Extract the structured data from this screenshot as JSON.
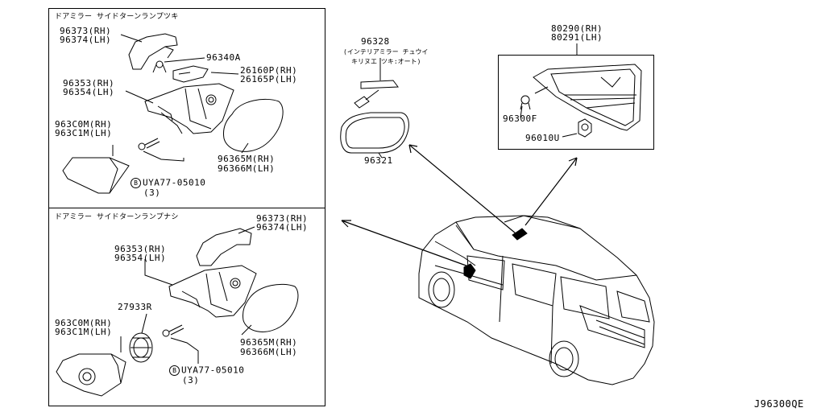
{
  "panel_top": {
    "title": "ドアミラー サイドターンランプツキ",
    "cover": [
      "96373(RH)",
      "96374(LH)"
    ],
    "clip": "96340A",
    "lamp": [
      "26160P(RH)",
      "26165P(LH)"
    ],
    "mirror_body": [
      "96353(RH)",
      "96354(LH)"
    ],
    "finisher": [
      "963C0M(RH)",
      "963C1M(LH)"
    ],
    "glass": [
      "96365M(RH)",
      "96366M(LH)"
    ],
    "bolt_mark": "B",
    "bolt": "UYA77-05010",
    "bolt_qty": "(3)"
  },
  "panel_bottom": {
    "title": "ドアミラー サイドターンランプナシ",
    "cover": [
      "96373(RH)",
      "96374(LH)"
    ],
    "mirror_body": [
      "96353(RH)",
      "96354(LH)"
    ],
    "motor": "27933R",
    "finisher": [
      "963C0M(RH)",
      "963C1M(LH)"
    ],
    "glass": [
      "96365M(RH)",
      "96366M(LH)"
    ],
    "bolt_mark": "B",
    "bolt": "UYA77-05010",
    "bolt_qty": "(3)"
  },
  "inner_mirror": {
    "part": "96328",
    "note_1": "(インテリアミラー チュウイ",
    "note_2": "キリヌエ ツキ:オート)",
    "assembly": "96321"
  },
  "quarter_window": {
    "part": [
      "80290(RH)",
      "80291(LH)"
    ],
    "clip_a": "96300F",
    "clip_b": "96010U"
  },
  "diagram_code": "J96300QE"
}
